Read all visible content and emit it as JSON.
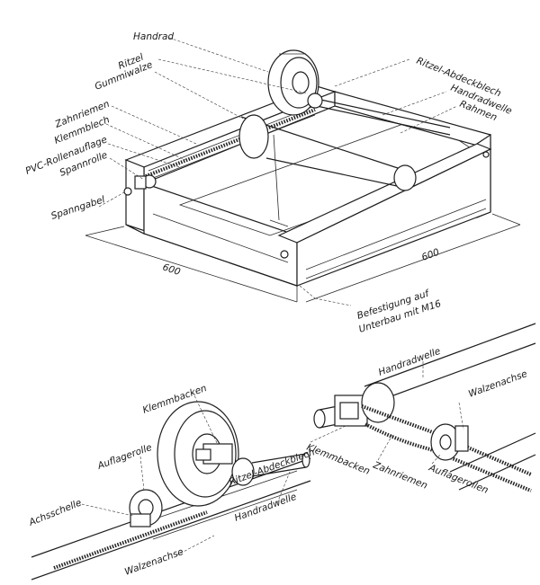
{
  "labels": {
    "handrad": "Handrad",
    "ritzel": "Ritzel",
    "gummiwalze": "Gummiwalze",
    "zahnriemen": "Zahnriemen",
    "klemmblech": "Klemmblech",
    "pvc_rollenauflage": "PVC-Rollenauflage",
    "spannrolle": "Spannrolle",
    "spanngabel": "Spanngabel",
    "ritzel_abdeckblech": "Ritzel-Abdeckblech",
    "handradwelle": "Handradwelle",
    "rahmen": "Rahmen",
    "dim_left": "600",
    "dim_right": "600",
    "befestigung_1": "Befestigung auf",
    "befestigung_2": "Unterbau mit M16"
  },
  "detail_left": {
    "klemmbacken": "Klemmbacken",
    "auflagerolle": "Auflagerolle",
    "achsschelle": "Achsschelle",
    "ritzel_abdeckblech": "Ritzel-Abdeckblech",
    "handradwelle": "Handradwelle",
    "walzenachse": "Walzenachse"
  },
  "detail_right": {
    "handradwelle": "Handradwelle",
    "walzenachse": "Walzenachse",
    "klemmbacken": "Klemmbacken",
    "zahnriemen": "Zahnriemen",
    "auflagerollen": "Auflagerollen"
  }
}
